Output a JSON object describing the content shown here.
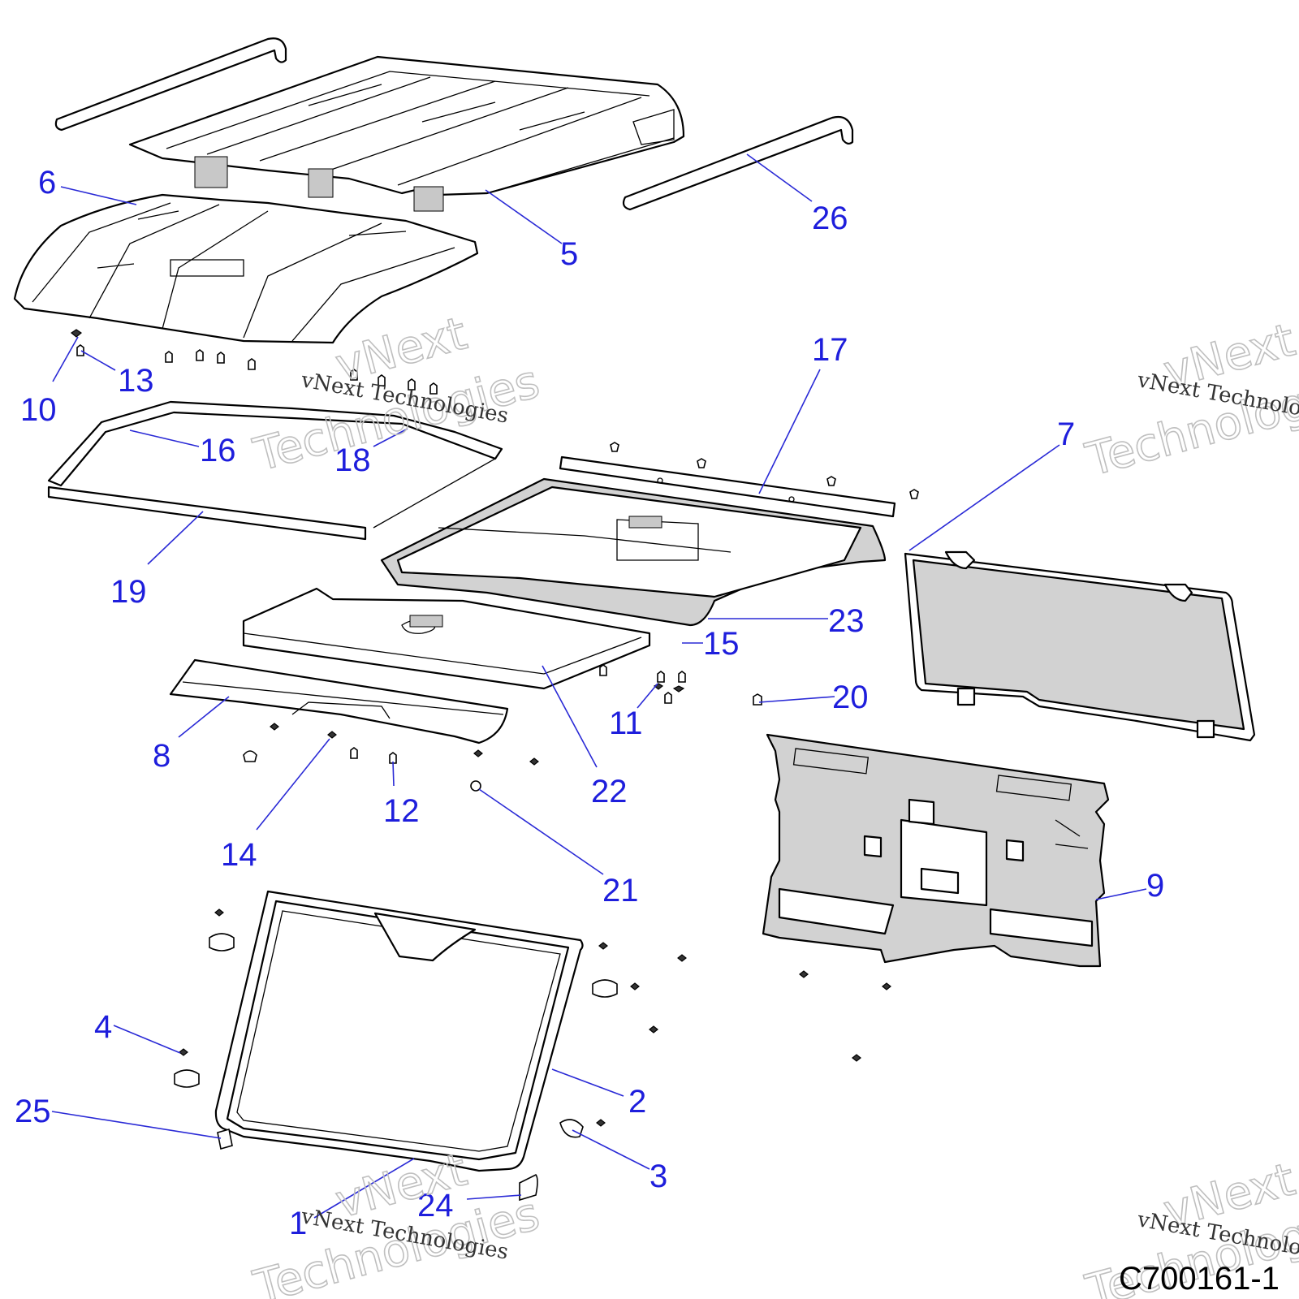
{
  "callouts": {
    "c1": "1",
    "c2": "2",
    "c3": "3",
    "c4": "4",
    "c5": "5",
    "c6": "6",
    "c7": "7",
    "c8": "8",
    "c9": "9",
    "c10": "10",
    "c11": "11",
    "c12": "12",
    "c13": "13",
    "c14": "14",
    "c15": "15",
    "c16": "16",
    "c17": "17",
    "c18": "18",
    "c19": "19",
    "c20": "20",
    "c21": "21",
    "c22": "22",
    "c23": "23",
    "c24": "24",
    "c25": "25",
    "c26": "26"
  },
  "watermark": {
    "line1": "vNext",
    "line2": "Technologies",
    "caption": "vNext Technologies"
  },
  "diagram_code": "C700161-1",
  "colors": {
    "callout": "#1e1edc",
    "leader": "#2a2ad6",
    "part_gray": "#d2d2d2"
  }
}
